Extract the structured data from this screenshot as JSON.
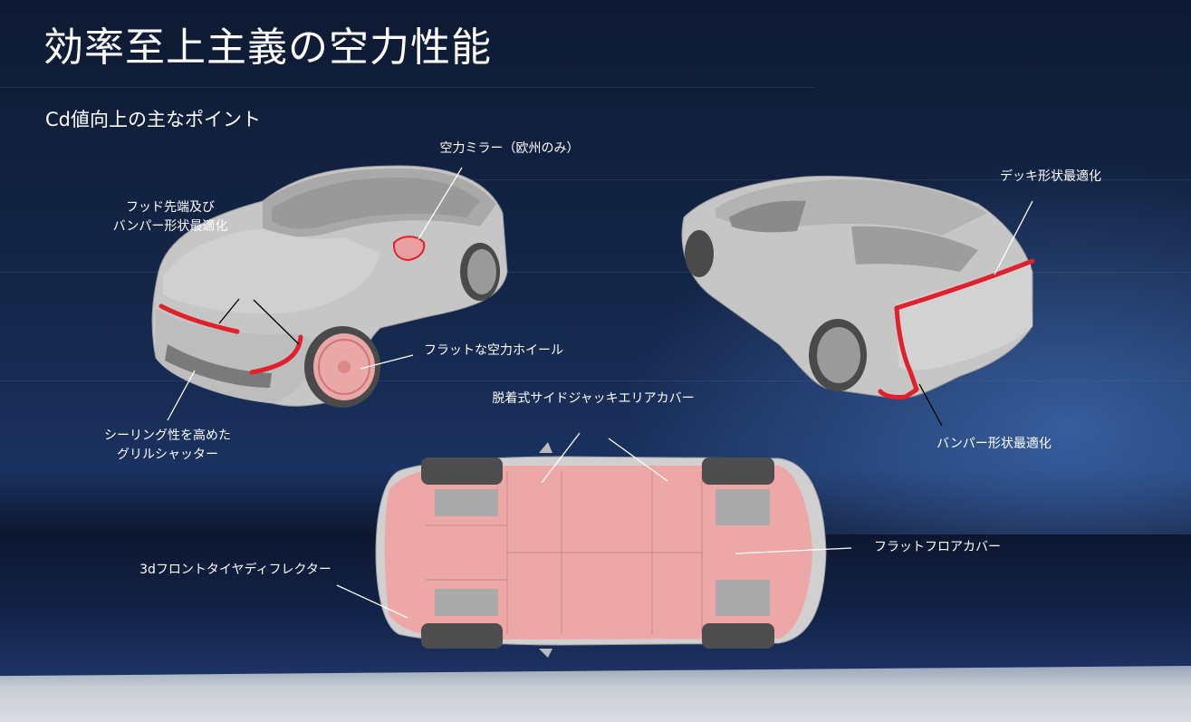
{
  "slide": {
    "title": "効率至上主義の空力性能",
    "subtitle": "Cd値向上の主なポイント"
  },
  "callouts": {
    "hood_bumper": [
      "フッド先端及び",
      "バンパー形状最適化"
    ],
    "aero_mirror": "空力ミラー（欧州のみ）",
    "deck_shape": "デッキ形状最適化",
    "flat_wheel": "フラットな空力ホイール",
    "jack_area_cover": "脱着式サイドジャッキエリアカバー",
    "grille_shutter": [
      "シーリング性を高めた",
      "グリルシャッター"
    ],
    "rear_bumper": "バンパー形状最適化",
    "tire_deflector": "3dフロントタイヤディフレクター",
    "flat_floor_cover": "フラットフロアカバー"
  },
  "colors": {
    "background": "#142648",
    "highlight_red": "#e0202a",
    "highlight_fill": "#f2a0a0",
    "car_body": "#c8c8c8",
    "text": "#ffffff"
  }
}
